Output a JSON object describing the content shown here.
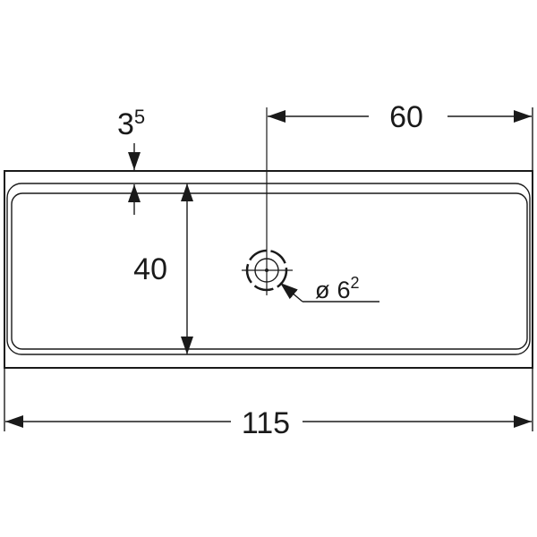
{
  "dimensions": {
    "width_overall": "115",
    "depth_inner": "40",
    "rim_main": "3",
    "rim_sup": "5",
    "drain_offset": "60",
    "drain_symbol": "ø",
    "drain_main": "6",
    "drain_sup": "2"
  },
  "colors": {
    "line": "#1a1a1a",
    "background": "#ffffff"
  }
}
